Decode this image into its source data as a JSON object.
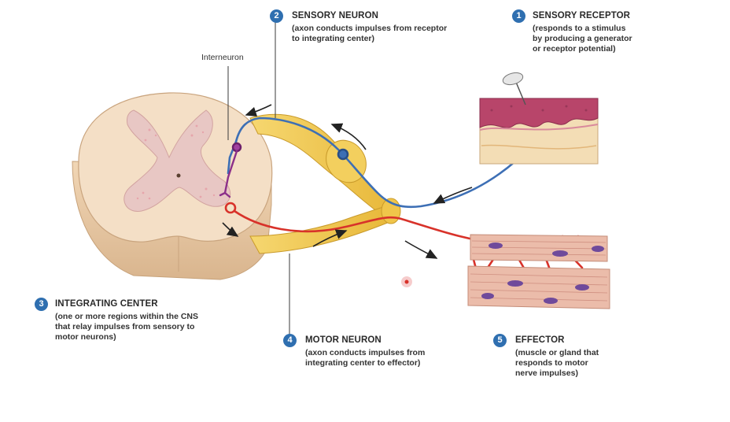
{
  "labels": {
    "interneuron": "Interneuron"
  },
  "callouts": [
    {
      "number": "1",
      "title": "SENSORY RECEPTOR",
      "description": "(responds to a stimulus\nby producing a generator\nor receptor potential)"
    },
    {
      "number": "2",
      "title": "SENSORY NEURON",
      "description": "(axon conducts impulses from receptor\nto integrating center)"
    },
    {
      "number": "3",
      "title": "INTEGRATING CENTER",
      "description": "(one or more regions within the CNS\nthat relay impulses from sensory to\nmotor neurons)"
    },
    {
      "number": "4",
      "title": "MOTOR NEURON",
      "description": "(axon conducts impulses from\nintegrating center to effector)"
    },
    {
      "number": "5",
      "title": "EFFECTOR",
      "description": "(muscle or gland that\nresponds to motor\nnerve impulses)"
    }
  ],
  "colors": {
    "badge": "#2f6fb0",
    "sensory_axon": "#3d6fb5",
    "motor_axon": "#d8322a",
    "nerve": "#f2c94c",
    "cord_white": "#f4dfc6",
    "cord_gray": "#e8c7c4",
    "muscle": "#e9b9a8"
  },
  "icons": [
    "pin-stimulus-icon",
    "cursor-dot-icon"
  ]
}
